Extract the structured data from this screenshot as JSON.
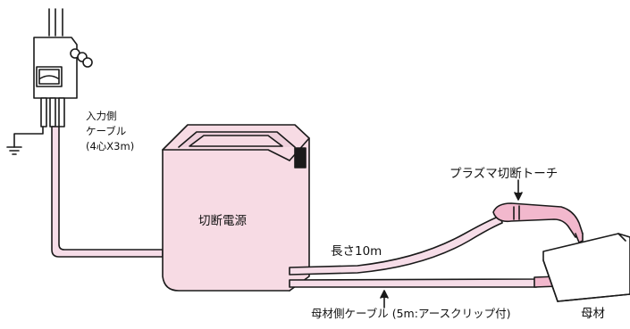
{
  "labels": {
    "input_cable_line1": "入力側",
    "input_cable_line2": "ケーブル",
    "input_cable_spec": "(4心X3m)",
    "power_source": "切断電源",
    "torch": "プラズマ切断トーチ",
    "length": "長さ10m",
    "work_cable": "母材側ケーブル (5m:アースクリップ付)",
    "base_metal": "母材"
  },
  "colors": {
    "cable_fill": "#f6dde8",
    "box_fill": "#f7dbe4",
    "torch_fill": "#f2b8cd",
    "outline": "#1a1a1a"
  }
}
